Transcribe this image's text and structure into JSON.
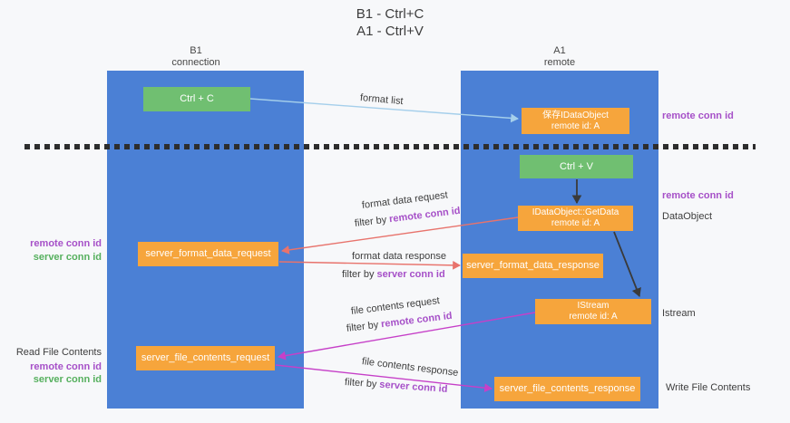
{
  "title": {
    "line1": "B1 - Ctrl+C",
    "line2": "A1 - Ctrl+V"
  },
  "lanes": {
    "left": {
      "name": "B1",
      "subtitle": "connection"
    },
    "right": {
      "name": "A1",
      "subtitle": "remote"
    }
  },
  "nodes": {
    "ctrl_c": "Ctrl + C",
    "ctrl_v": "Ctrl + V",
    "save_dataobject": "保存IDataObject",
    "getdata": "IDataObject::GetData",
    "istream": "IStream",
    "remote_id": "remote id: A",
    "format_request": "server_format_data_request",
    "format_response": "server_format_data_response",
    "file_request": "server_file_contents_request",
    "file_response": "server_file_contents_response"
  },
  "edge_labels": {
    "format_list": "format list",
    "format_data_request": "format data request",
    "format_data_response": "format data response",
    "file_contents_request": "file contents request",
    "file_contents_response": "file contents response"
  },
  "strings": {
    "filter_by": "filter by",
    "remote_conn_id": "remote conn id",
    "server_conn_id": "server conn id"
  },
  "side_labels": {
    "dataobject": "DataObject",
    "istream": "Istream",
    "read_file_contents": "Read File Contents",
    "write_file_contents": "Write File Contents"
  },
  "colors": {
    "lane_blue": "#4b80d5",
    "box_orange": "#f6a53c",
    "box_green": "#70bf71",
    "arrow_blue": "#a5cfeb",
    "arrow_salmon": "#e8736c",
    "arrow_magenta": "#c640c8",
    "arrow_black": "#3a3a3a",
    "label_purple": "#a650c8",
    "label_green": "#56b05e",
    "text_dark": "#3d3d3d",
    "background": "#f7f8fa"
  }
}
